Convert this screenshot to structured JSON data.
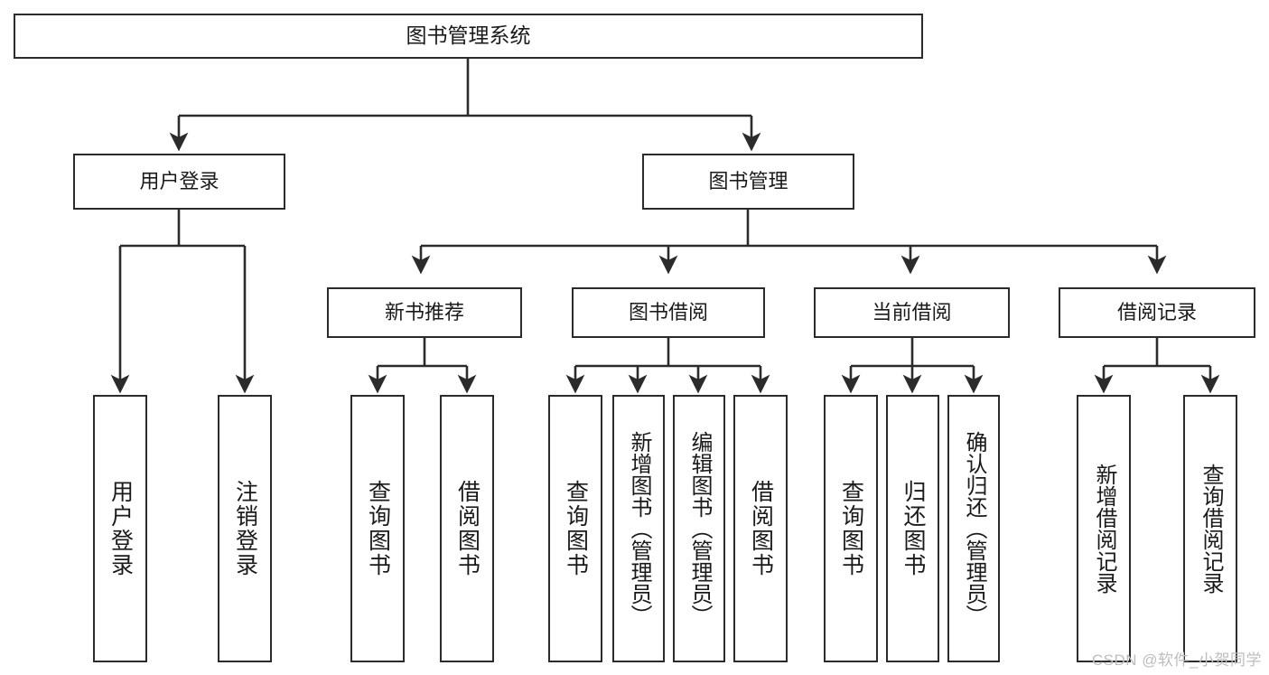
{
  "diagram": {
    "title": "图书管理系统",
    "type": "hierarchy-tree",
    "watermark": "CSDN @软件_小贺同学",
    "colors": {
      "stroke": "#2b2b2b",
      "fill": "#ffffff",
      "text": "#1a1a1a",
      "watermark": "#bdbdbd"
    },
    "levels": {
      "root": {
        "label": "图书管理系统"
      },
      "level2": [
        {
          "label": "用户登录"
        },
        {
          "label": "图书管理"
        }
      ],
      "level3": [
        {
          "label": "新书推荐"
        },
        {
          "label": "图书借阅"
        },
        {
          "label": "当前借阅"
        },
        {
          "label": "借阅记录"
        }
      ],
      "leaves": {
        "user_login": [
          {
            "label": "用户登录"
          },
          {
            "label": "注销登录"
          }
        ],
        "new_book_recommend": [
          {
            "label": "查询图书"
          },
          {
            "label": "借阅图书"
          }
        ],
        "book_borrow": [
          {
            "label": "查询图书"
          },
          {
            "label": "新增图书（管理员）"
          },
          {
            "label": "编辑图书（管理员）"
          },
          {
            "label": "借阅图书"
          }
        ],
        "current_borrow": [
          {
            "label": "查询图书"
          },
          {
            "label": "归还图书"
          },
          {
            "label": "确认归还（管理员）"
          }
        ],
        "borrow_record": [
          {
            "label": "新增借阅记录"
          },
          {
            "label": "查询借阅记录"
          }
        ]
      }
    }
  }
}
